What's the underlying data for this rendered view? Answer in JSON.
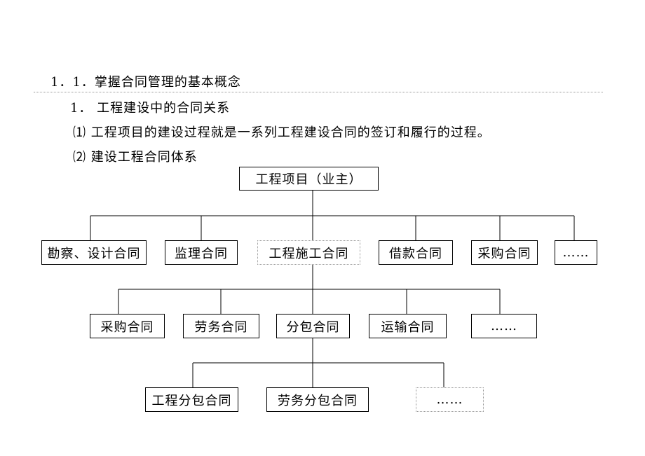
{
  "heading": "1．1．掌握合同管理的基本概念",
  "subheading": "1．  工程建设中的合同关系",
  "item1": "⑴ 工程项目的建设过程就是一系列工程建设合同的签订和履行的过程。",
  "item2": "⑵ 建设工程合同体系",
  "diagram": {
    "root": "工程项目（业主）",
    "level1": [
      "勘察、设计合同",
      "监理合同",
      "工程施工合同",
      "借款合同",
      "采购合同",
      "……"
    ],
    "level2": [
      "采购合同",
      "劳务合同",
      "分包合同",
      "运输合同",
      "……"
    ],
    "level3": [
      "工程分包合同",
      "劳务分包合同",
      "……"
    ]
  },
  "colors": {
    "line": "#000000",
    "dotted_border": "#9a9a9a"
  }
}
